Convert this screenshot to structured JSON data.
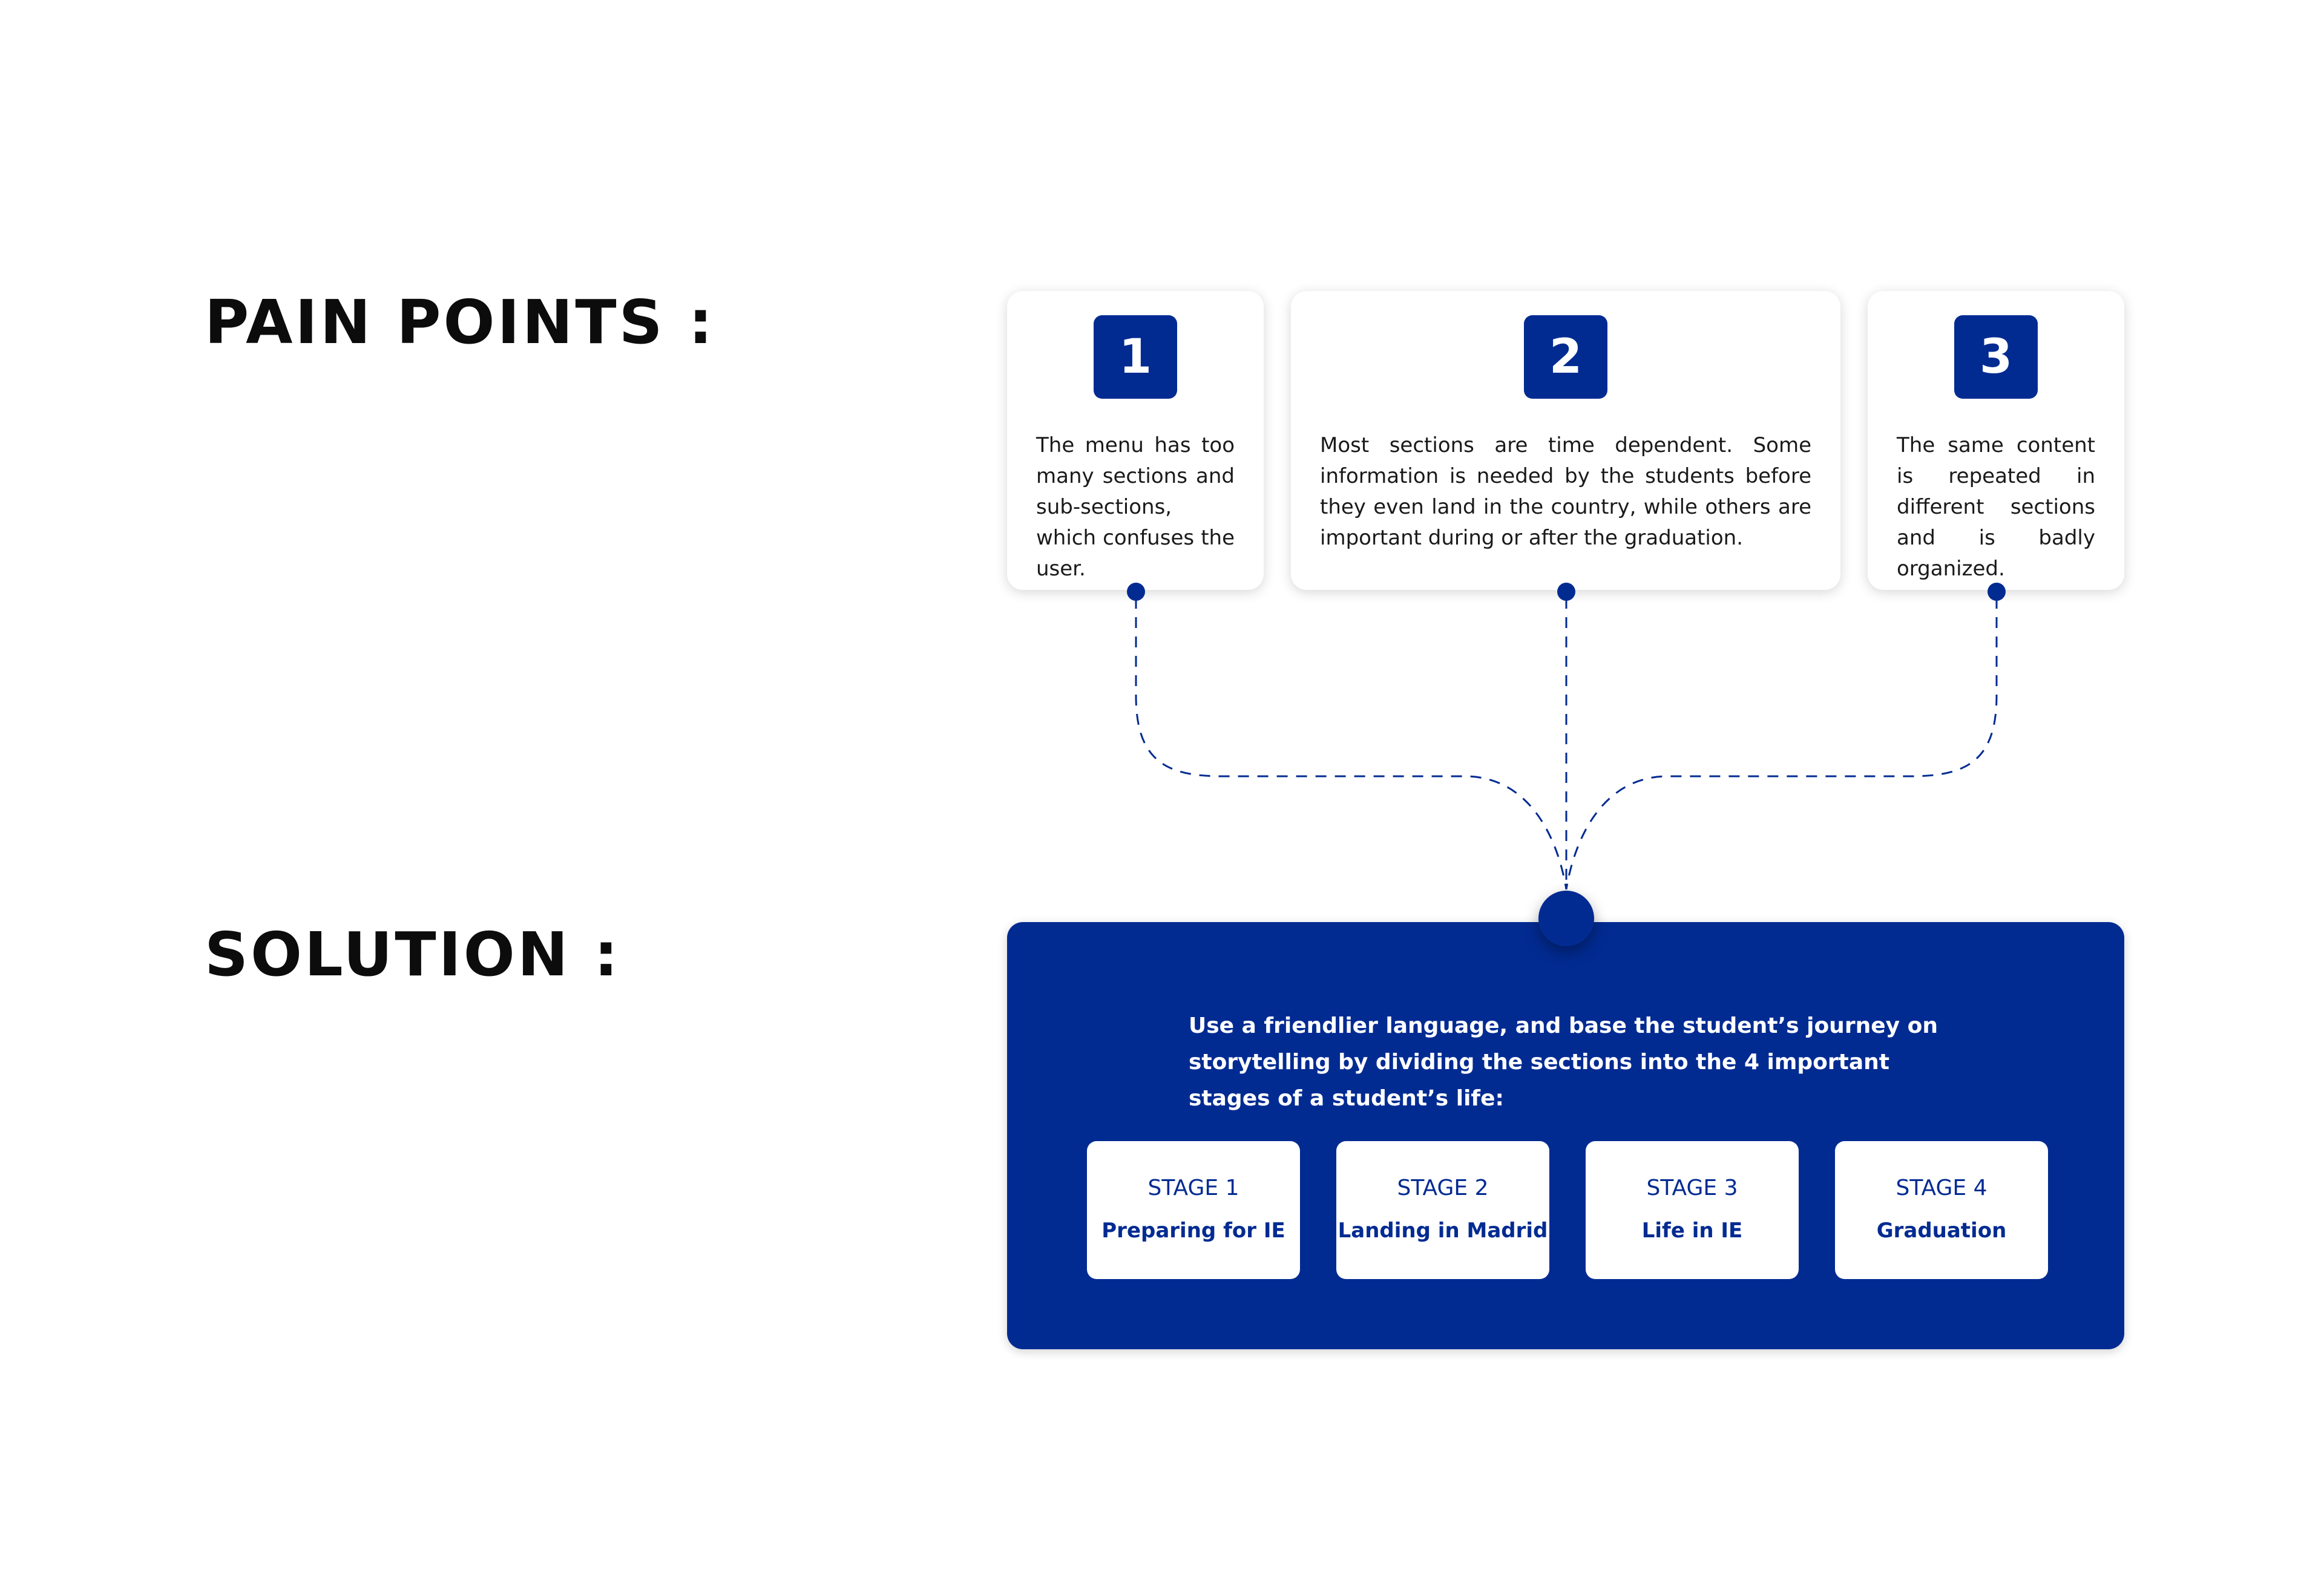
{
  "headings": {
    "pain_points": "PAIN POINTS :",
    "solution": "SOLUTION :"
  },
  "pain_points": [
    {
      "number": "1",
      "text": "The menu has too many sections and sub-sections, which confuses the user."
    },
    {
      "number": "2",
      "text": "Most sections are time dependent. Some information is needed by the students before they even land in the country, while others are important during or after the graduation."
    },
    {
      "number": "3",
      "text": "The same content is repeated in different sections and is badly organized."
    }
  ],
  "solution": {
    "text": "Use a friendlier language, and base the student’s journey on storytelling by dividing the sections into the 4 important stages of a student’s life:",
    "stages": [
      {
        "label": "STAGE 1",
        "name": "Preparing for IE"
      },
      {
        "label": "STAGE 2",
        "name": "Landing in Madrid"
      },
      {
        "label": "STAGE 3",
        "name": "Life in IE"
      },
      {
        "label": "STAGE 4",
        "name": "Graduation"
      }
    ]
  },
  "colors": {
    "accent": "#022b92",
    "heading": "#0c0c0c",
    "background": "#ffffff"
  }
}
